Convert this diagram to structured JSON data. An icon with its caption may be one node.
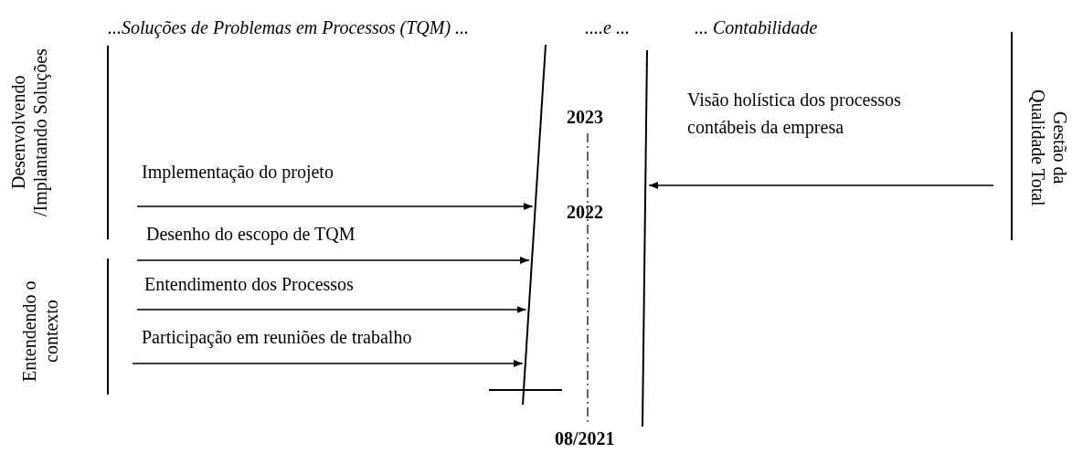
{
  "diagram": {
    "nodes": [
      {
        "text": [],
        "shape": "bar"
      },
      {
        "text": [],
        "shape": "bar"
      },
      {
        "text": [
          "Gestão da Qualidade Total"
        ]
      }
    ],
    "edges": [
      {
        "from": null,
        "to": 0,
        "arrow": "to",
        "label": "Implementação do projeto"
      },
      {
        "from": null,
        "to": 0,
        "arrow": "to",
        "label": "Desenho do escopo de TQM"
      },
      {
        "from": null,
        "to": 0,
        "arrow": "to",
        "label": "Entendimento dos Processos"
      },
      {
        "from": null,
        "to": 0,
        "arrow": "to",
        "label": "Participação em reuniões de trabalho"
      },
      {
        "from": 2,
        "to": 1,
        "arrow": "to",
        "label": "Visão holística dos processos contábeis da empresa"
      }
    ],
    "labels": [
      "...Soluções de Problemas em Processos (TQM) ...",
      "....e ...",
      "... Contabilidade",
      "Desenvolvendo /Implantando Soluções",
      "2023",
      "2022",
      "Entendendo o contexto",
      "08/2021"
    ]
  }
}
